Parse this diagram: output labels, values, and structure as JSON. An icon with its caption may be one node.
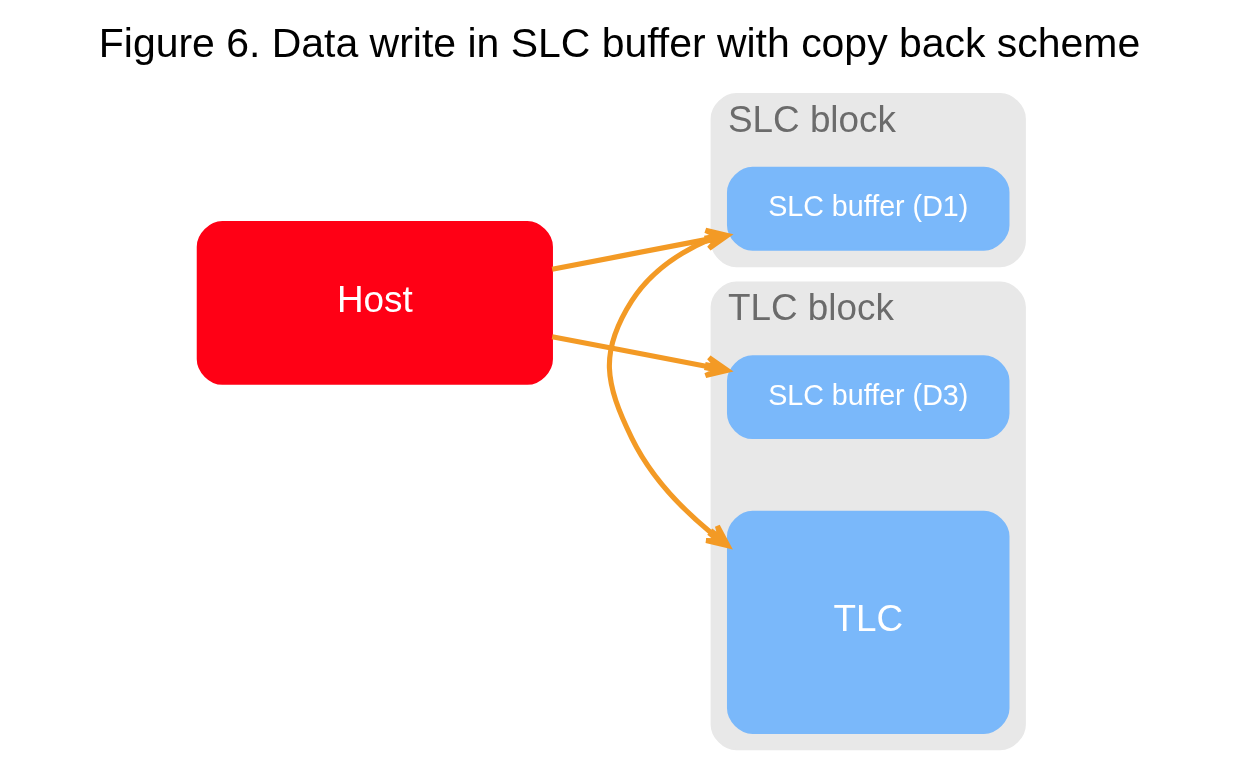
{
  "diagram": {
    "title": "Figure 6. Data write in SLC buffer with copy back scheme",
    "nodes": [
      {
        "text": [
          "Host"
        ]
      },
      {
        "text": [
          "SLC block"
        ]
      },
      {
        "text": [
          "SLC buffer (D1)"
        ],
        "in": 1
      },
      {
        "text": [
          "TLC block"
        ]
      },
      {
        "text": [
          "SLC buffer (D3)"
        ],
        "in": 3
      },
      {
        "text": [
          "TLC"
        ],
        "in": 3
      }
    ],
    "edges": [
      {
        "from": 0,
        "to": 2,
        "arrow": "to"
      },
      {
        "from": 0,
        "to": 4,
        "arrow": "to"
      },
      {
        "from": 1,
        "to": 5,
        "arrow": "to"
      }
    ]
  }
}
